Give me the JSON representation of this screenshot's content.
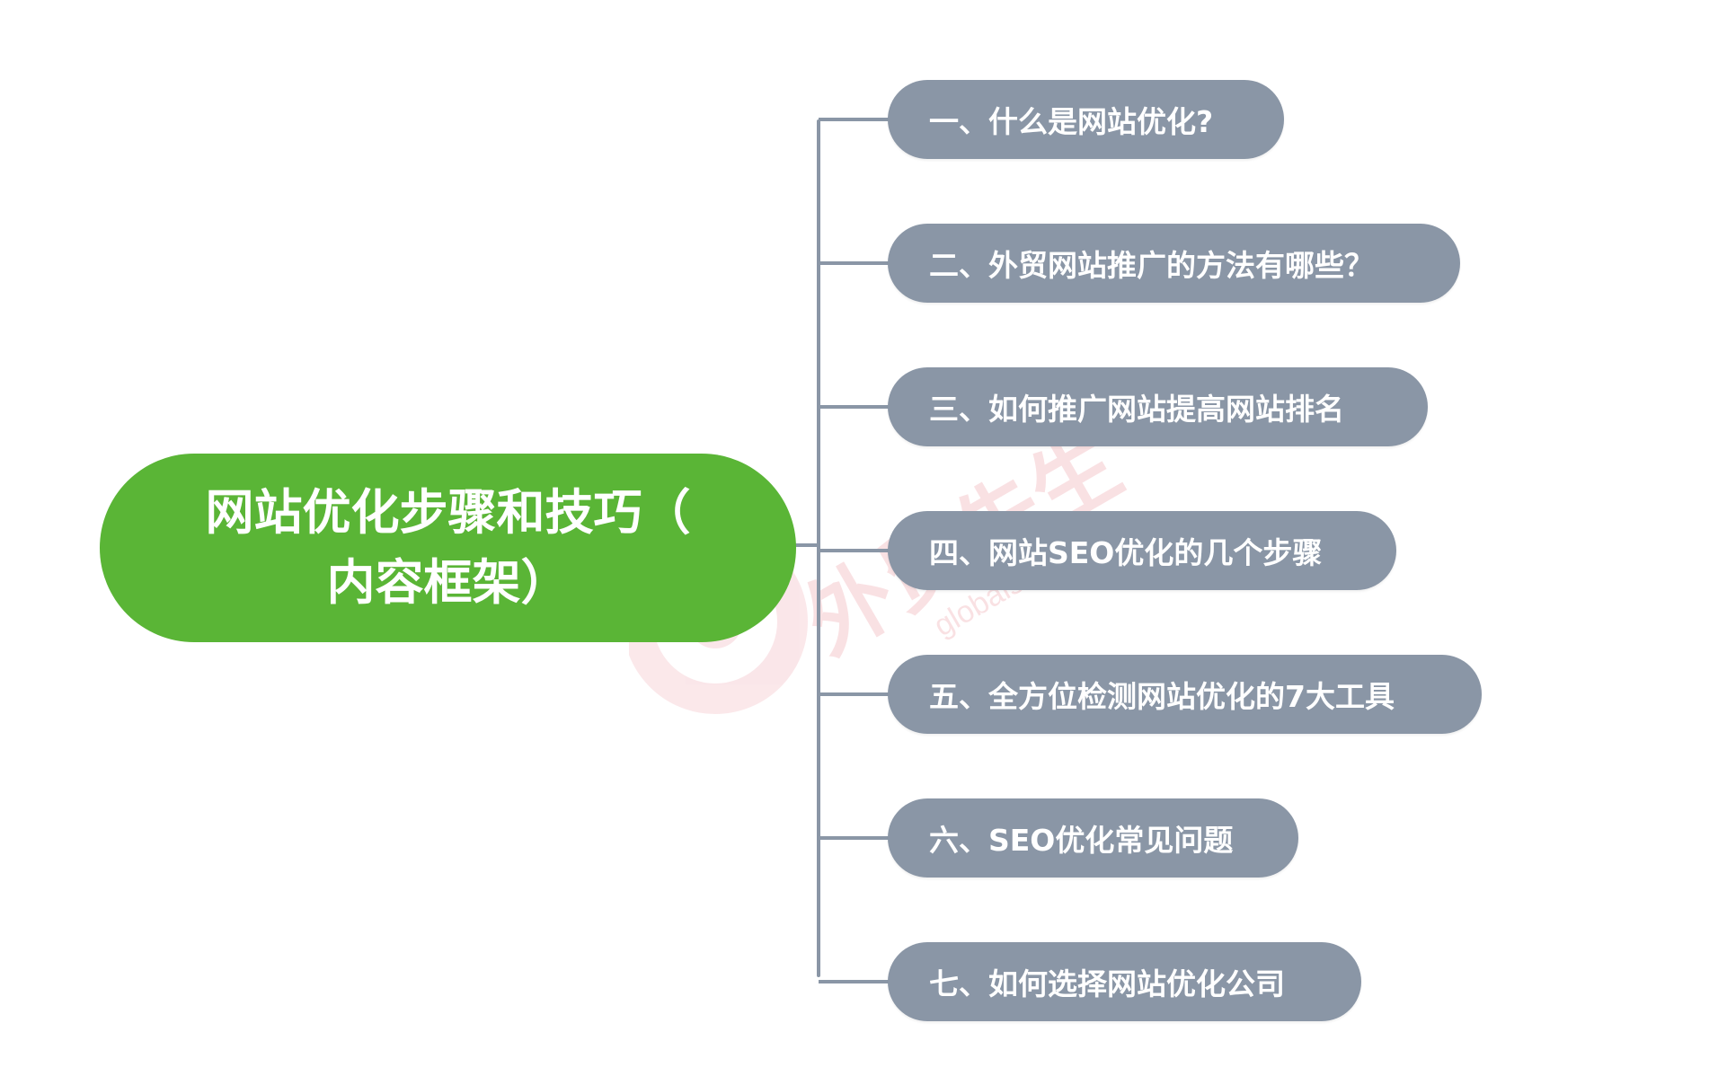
{
  "root": {
    "title_line1": "网站优化步骤和技巧（",
    "title_line2": "内容框架）",
    "color": "#5ab536"
  },
  "branches": [
    {
      "label": "一、什么是网站优化?"
    },
    {
      "label": "二、外贸网站推广的方法有哪些？"
    },
    {
      "label": "三、如何推广网站提高网站排名"
    },
    {
      "label": "四、网站SEO优化的几个步骤"
    },
    {
      "label": "五、全方位检测网站优化的7大工具"
    },
    {
      "label": "六、SEO优化常见问题"
    },
    {
      "label": "七、如何选择网站优化公司"
    }
  ],
  "branch_color": "#8a96a6",
  "watermark": {
    "brand": "外贸先生",
    "site": "globalsir.com",
    "color": "#e04a5a"
  }
}
